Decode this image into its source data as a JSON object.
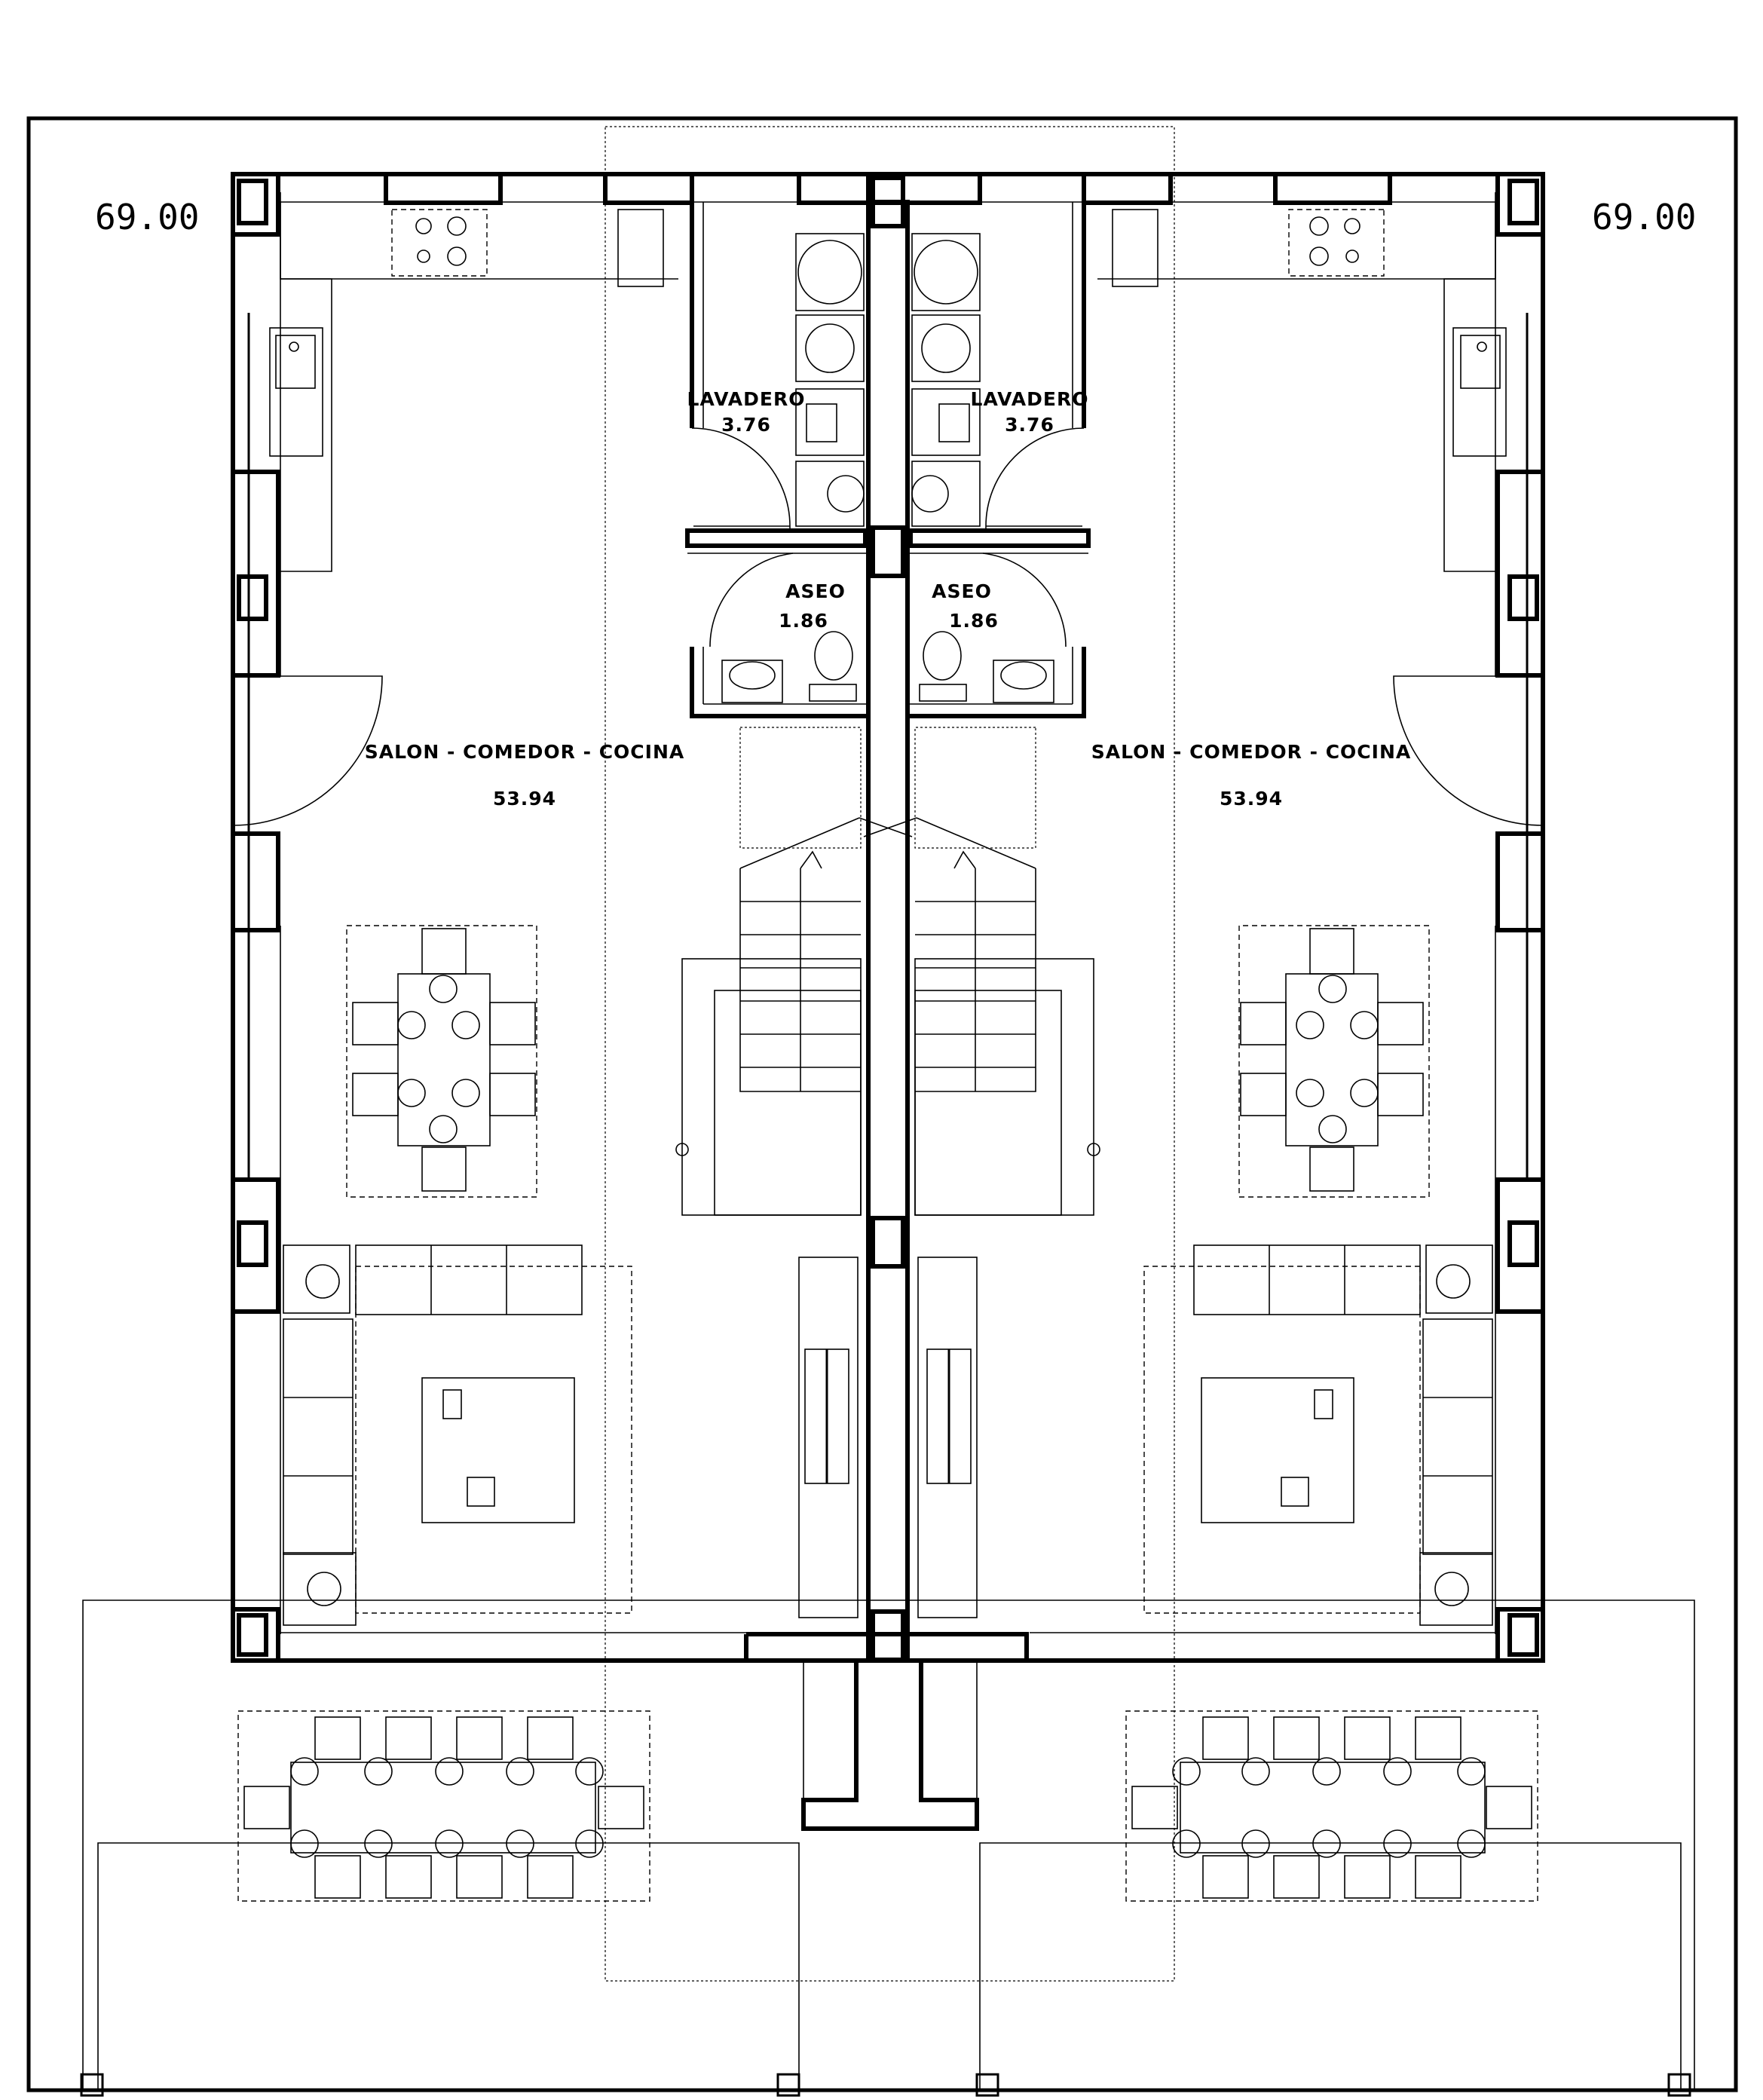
{
  "plan": {
    "units": [
      {
        "side": "left",
        "area_total": "69.00",
        "rooms": [
          {
            "name": "LAVADERO",
            "area": "3.76"
          },
          {
            "name": "ASEO",
            "area": "1.86"
          },
          {
            "name": "SALON - COMEDOR - COCINA",
            "area": "53.94"
          }
        ]
      },
      {
        "side": "right",
        "area_total": "69.00",
        "rooms": [
          {
            "name": "LAVADERO",
            "area": "3.76"
          },
          {
            "name": "ASEO",
            "area": "1.86"
          },
          {
            "name": "SALON - COMEDOR - COCINA",
            "area": "53.94"
          }
        ]
      }
    ],
    "line_color": "#000000",
    "background": "#ffffff"
  }
}
